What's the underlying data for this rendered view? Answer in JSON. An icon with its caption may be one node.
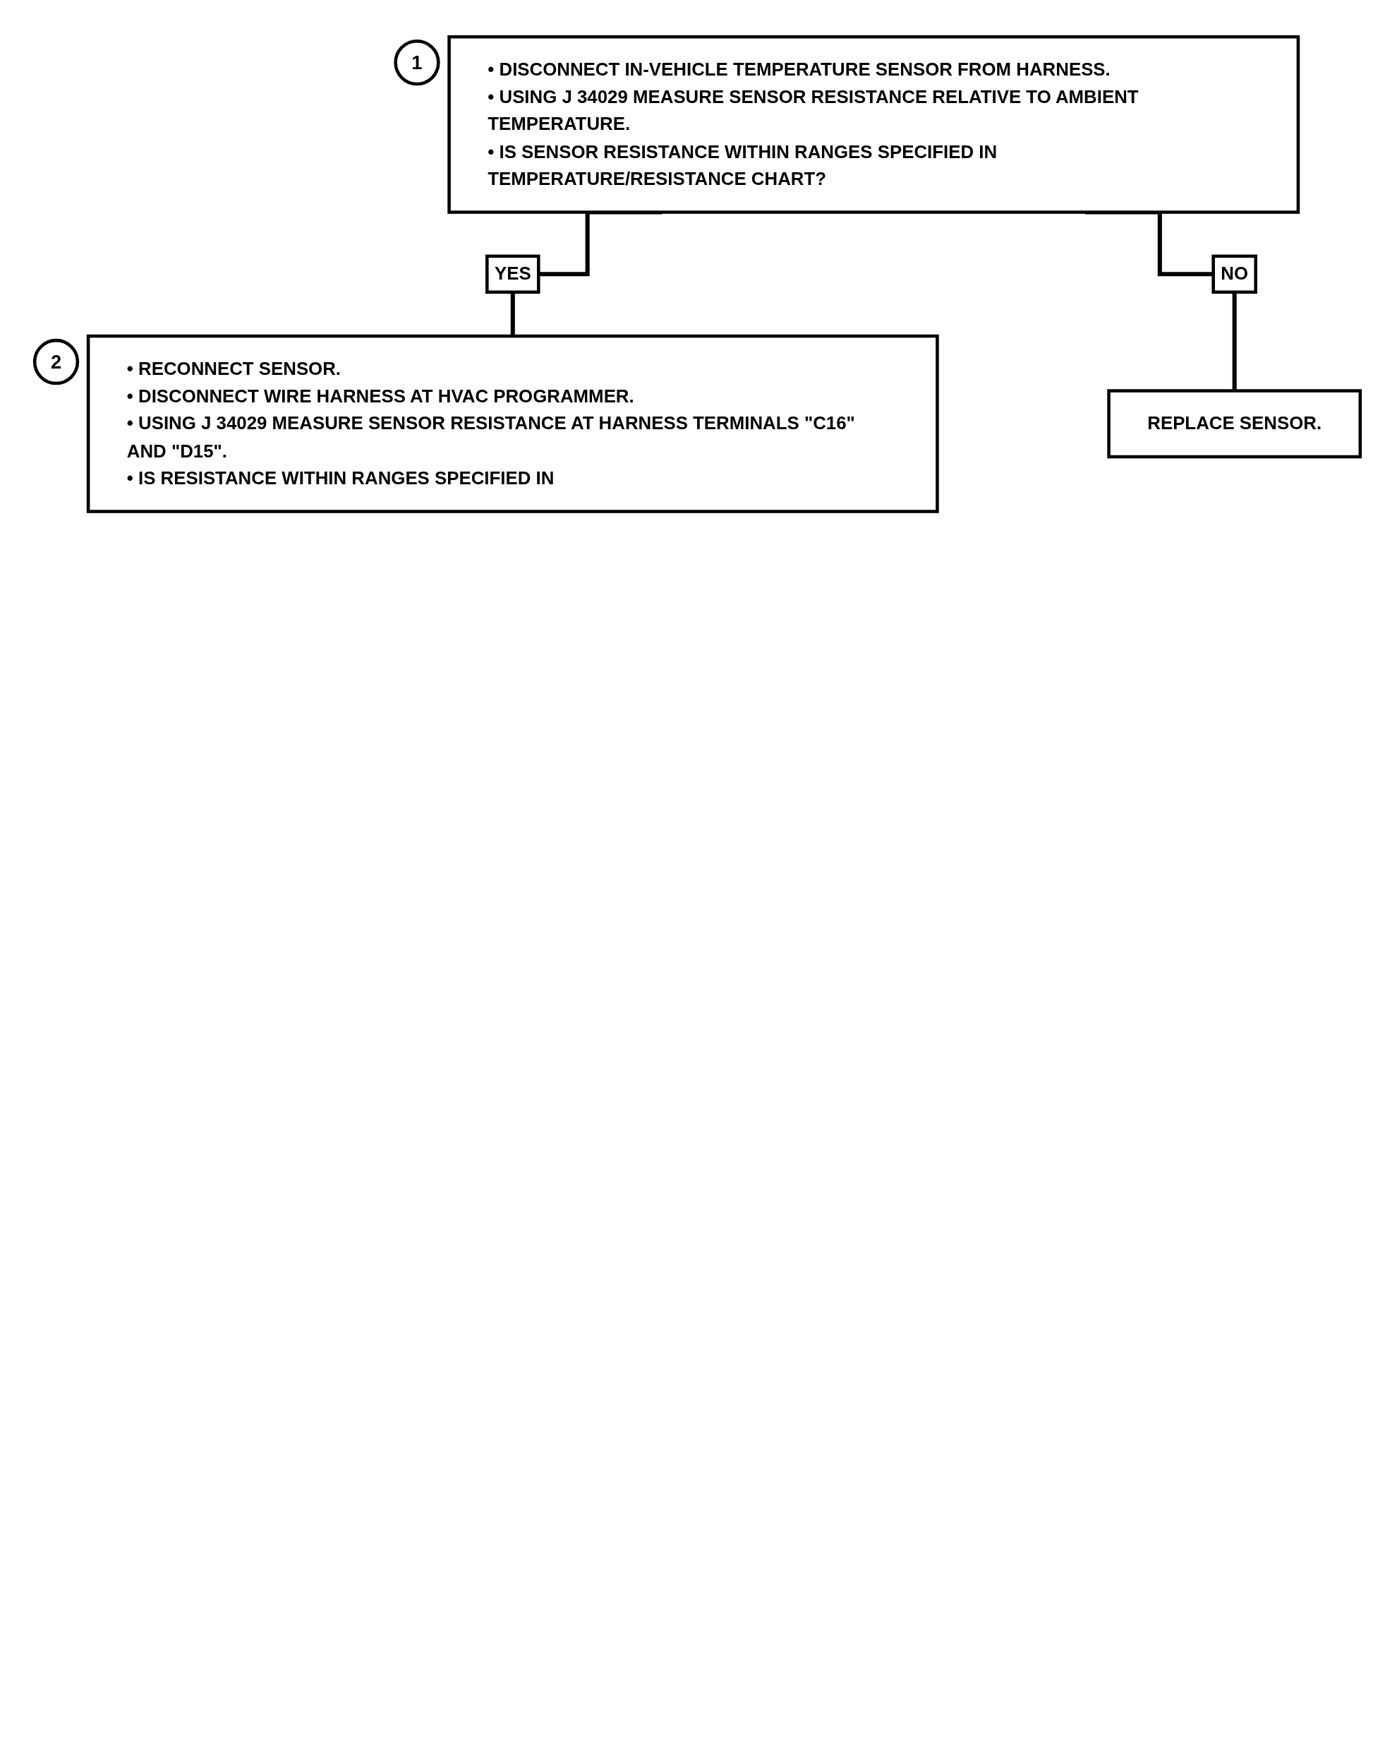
{
  "diagram": {
    "nodes": [
      {
        "text": [
          "• DISCONNECT IN-VEHICLE TEMPERATURE SENSOR FROM HARNESS.",
          "• USING J 34029 MEASURE SENSOR RESISTANCE RELATIVE TO AMBIENT TEMPERATURE.",
          "• IS SENSOR RESISTANCE WITHIN RANGES SPECIFIED IN TEMPERATURE/RESISTANCE CHART?"
        ],
        "beside": [
          "1"
        ]
      },
      {
        "text": [
          "• RECONNECT SENSOR.",
          "• DISCONNECT WIRE HARNESS AT HVAC PROGRAMMER.",
          "• USING J 34029 MEASURE SENSOR RESISTANCE AT HARNESS TERMINALS \"C16\" AND \"D15\".",
          "• IS RESISTANCE WITHIN RANGES SPECIFIED IN"
        ],
        "beside": [
          "2"
        ]
      },
      {
        "text": [
          "REPLACE SENSOR."
        ]
      }
    ],
    "edges": [
      {
        "from": 0,
        "to": 1,
        "arrow": "none",
        "label": "YES"
      },
      {
        "from": 0,
        "to": 2,
        "arrow": "none",
        "label": "NO"
      }
    ]
  }
}
